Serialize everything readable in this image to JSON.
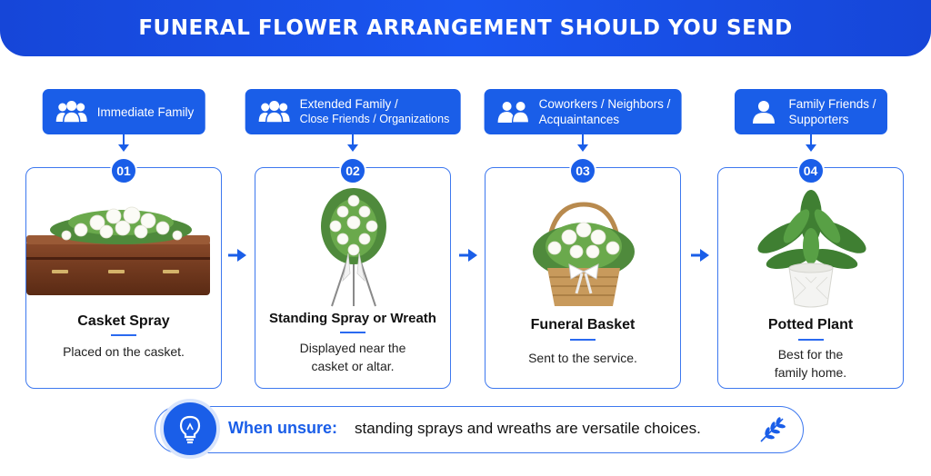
{
  "header": {
    "title": "FUNERAL FLOWER ARRANGEMENT SHOULD YOU SEND"
  },
  "steps": [
    {
      "audience_lines": [
        "Immediate Family"
      ],
      "number": "01",
      "title": "Casket Spray",
      "desc_lines": [
        "Placed on the casket."
      ],
      "icon": "group-icon",
      "art": "casket-spray-illustration"
    },
    {
      "audience_lines": [
        "Extended Family /",
        "Close Friends / Organizations"
      ],
      "number": "02",
      "title": "Standing Spray or Wreath",
      "desc_lines": [
        "Displayed near the",
        "casket or altar."
      ],
      "icon": "group-icon",
      "art": "standing-spray-illustration"
    },
    {
      "audience_lines": [
        "Coworkers / Neighbors /",
        "Acquaintances"
      ],
      "number": "03",
      "title": "Funeral Basket",
      "desc_lines": [
        "Sent to the service."
      ],
      "icon": "pair-icon",
      "art": "basket-illustration"
    },
    {
      "audience_lines": [
        "Family Friends /",
        "Supporters"
      ],
      "number": "04",
      "title": "Potted Plant",
      "desc_lines": [
        "Best for the",
        "family home."
      ],
      "icon": "person-icon",
      "art": "potted-plant-illustration"
    }
  ],
  "tip": {
    "label": "When unsure:",
    "text": "standing sprays and wreaths are versatile choices.",
    "icon": "lightbulb-icon"
  },
  "colors": {
    "brand_blue": "#1a5ee8",
    "border_blue": "#3d78ef"
  }
}
